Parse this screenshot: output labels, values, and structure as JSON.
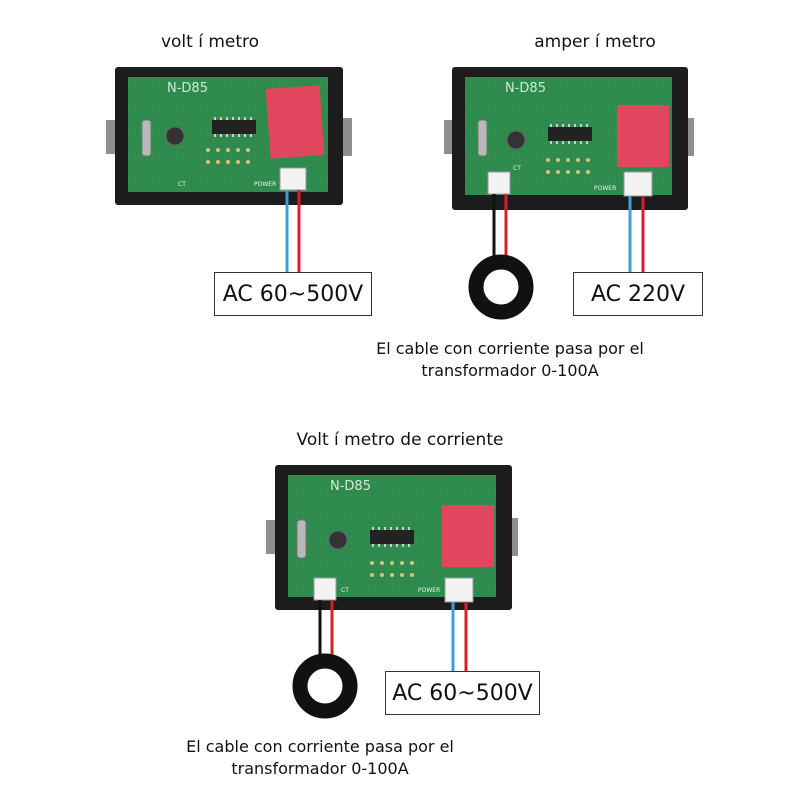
{
  "panels": [
    {
      "title": "volt í metro",
      "board_text": "N-D85",
      "ct_label": "CT",
      "power_label": "POWER",
      "input_label": "AC 60~500V"
    },
    {
      "title": "amper í metro",
      "board_text": "N-D85",
      "ct_label": "CT",
      "power_label": "POWER",
      "input_label": "AC 220V",
      "caption_line1": "El cable con corriente pasa por el",
      "caption_line2": "transformador 0-100A"
    },
    {
      "title": "Volt í metro de corriente",
      "board_text": "N-D85",
      "ct_label": "CT",
      "power_label": "POWER",
      "input_label": "AC 60~500V",
      "caption_line1": "El cable con corriente pasa por el",
      "caption_line2": "transformador 0-100A"
    }
  ],
  "colors": {
    "frame": "#1c1c1c",
    "pcb": "#2f8a4e",
    "pcb_dark": "#1f6b3a",
    "relay": "#e0475f",
    "clip": "#9a9a9a",
    "wire_blue": "#3aa0e0",
    "wire_red": "#d81e2a",
    "wire_black": "#111111"
  }
}
